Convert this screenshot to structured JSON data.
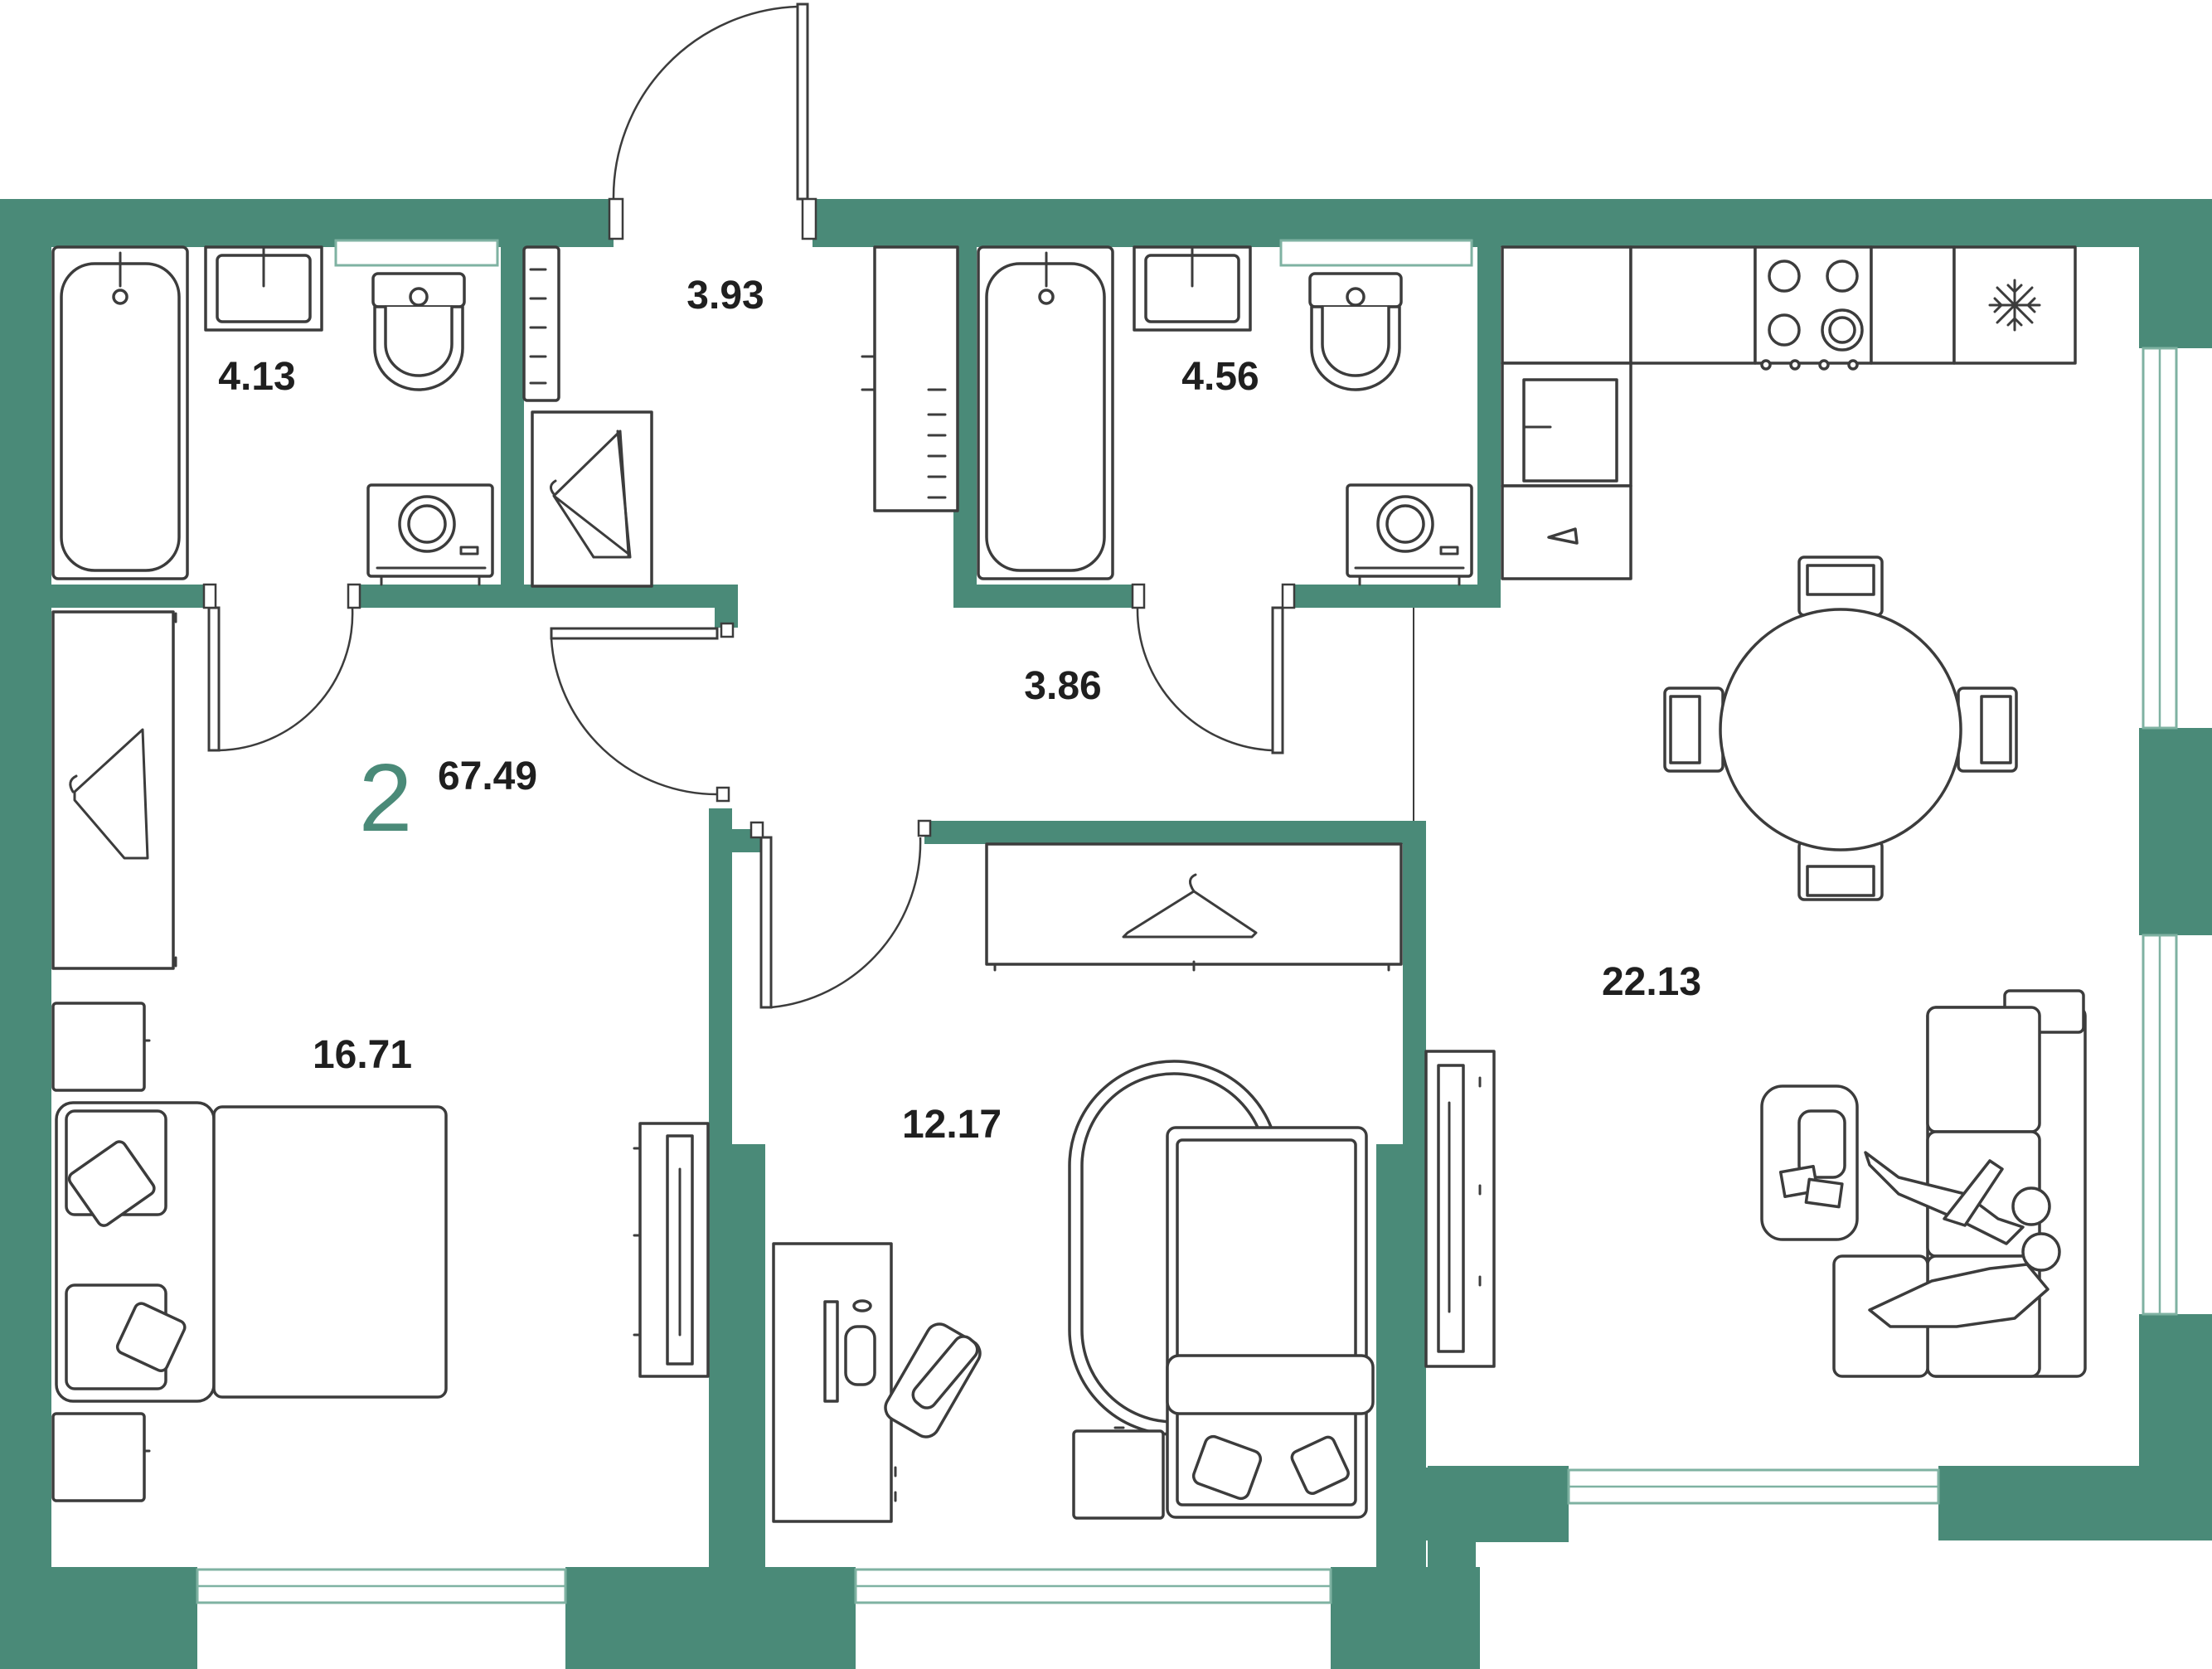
{
  "plan": {
    "rooms_count": "2",
    "total_area": "67.49",
    "rooms": {
      "bathroom_left": "4.13",
      "hall_entrance": "3.93",
      "bathroom_right": "4.56",
      "corridor": "3.86",
      "bedroom": "16.71",
      "study_bedroom": "12.17",
      "kitchen_living": "22.13"
    }
  },
  "colors": {
    "wall": "#4a8a78",
    "window": "#7fb2a2",
    "furniture_stroke": "#3c3c3c",
    "label": "#1f1f1f"
  }
}
